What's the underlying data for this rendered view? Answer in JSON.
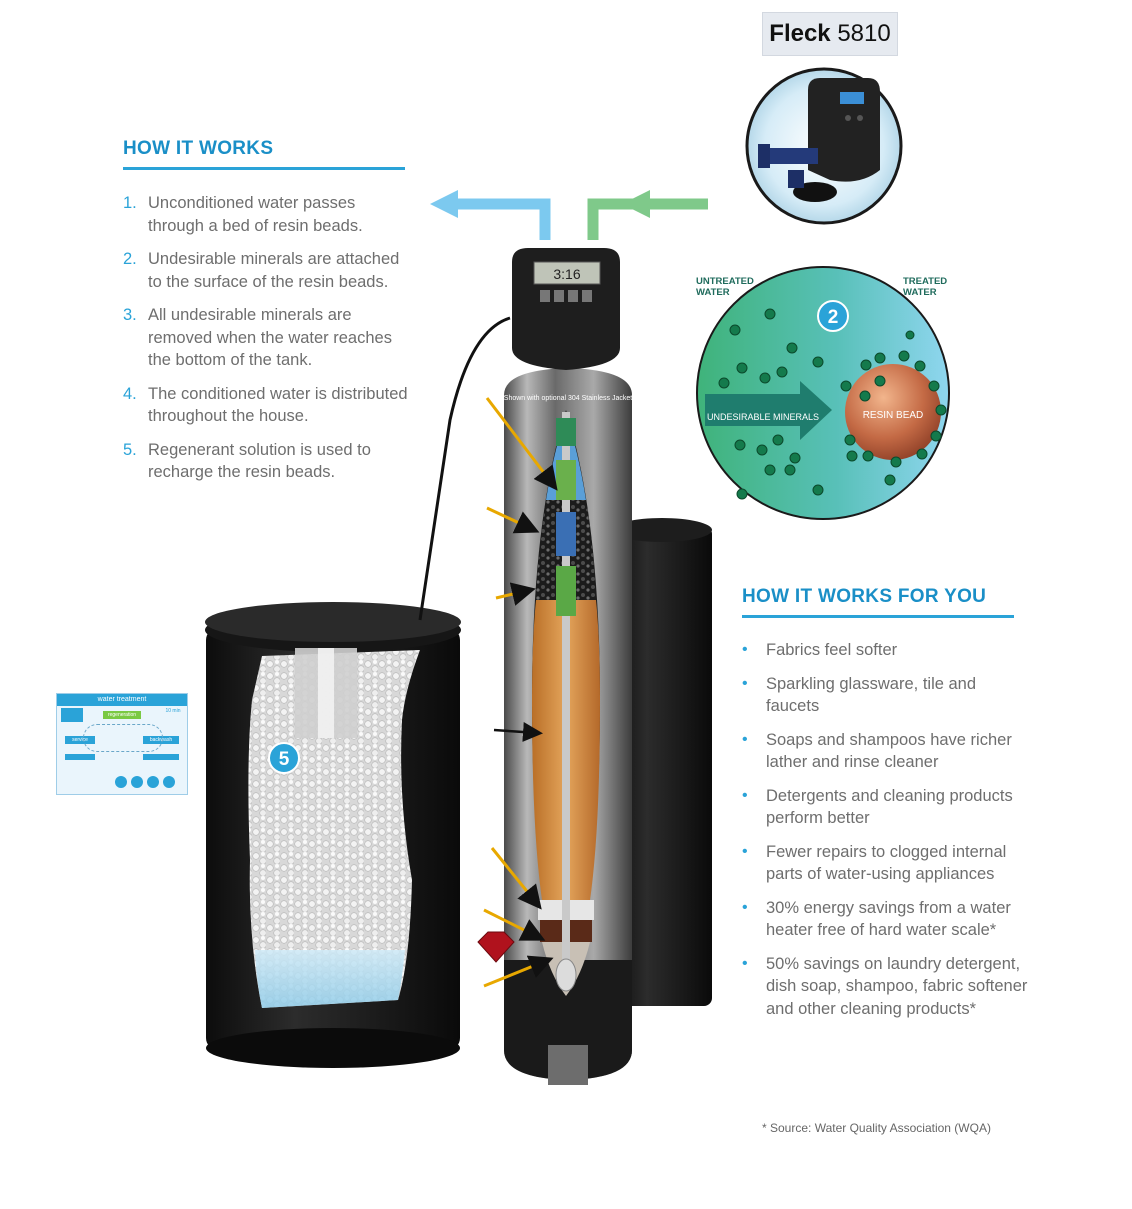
{
  "model": {
    "brand": "Fleck",
    "number": "5810"
  },
  "how_it_works": {
    "title": "HOW IT WORKS",
    "steps": [
      {
        "num": "1.",
        "text": "Unconditioned water passes through a bed of resin beads."
      },
      {
        "num": "2.",
        "text": "Undesirable minerals are attached to the surface of the resin beads."
      },
      {
        "num": "3.",
        "text": "All undesirable minerals are removed when the water reaches the bottom of the tank."
      },
      {
        "num": "4.",
        "text": "The conditioned water is distributed throughout the house."
      },
      {
        "num": "5.",
        "text": "Regenerant solution is used to recharge the resin beads."
      }
    ]
  },
  "how_it_works_for_you": {
    "title": "HOW IT WORKS FOR YOU",
    "items": [
      "Fabrics feel softer",
      "Sparkling glassware, tile and faucets",
      "Soaps and shampoos have richer lather and rinse cleaner",
      "Detergents and cleaning products perform better",
      "Fewer repairs to clogged internal parts of water-using appliances",
      "30% energy savings from a water heater free of hard water scale*",
      "50% savings on laundry detergent, dish soap, shampoo, fabric softener and other cleaning products*"
    ]
  },
  "source_note": "* Source: Water Quality Association (WQA)",
  "exchange_diagram": {
    "untreated_label": "UNTREATED WATER",
    "treated_label": "TREATED WATER",
    "step_badge": "2",
    "arrow_label": "UNDESIRABLE MINERALS",
    "bead_label": "RESIN BEAD"
  },
  "controller": {
    "display": "3:16"
  },
  "tank_caption": "Shown with optional 304 Stainless Jacket",
  "brine_badge": "5",
  "app_screen": {
    "title": "water treatment",
    "center_label": "regeneration",
    "left_label": "service",
    "right_label": "backwash",
    "time_label": "10 min"
  },
  "colors": {
    "accent": "#2aa3d8",
    "heading": "#1a8fc7",
    "text": "#6e6e6e",
    "untreated_arrow": "#7fc98a",
    "treated_arrow": "#7cc9ef"
  }
}
